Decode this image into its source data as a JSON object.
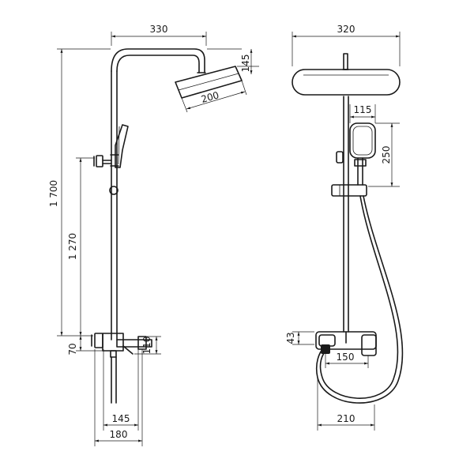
{
  "dimensions": {
    "side_width_arm": "330",
    "side_head_height": "145",
    "side_head_width": "200",
    "side_total_height": "1 700",
    "side_mixer_height": "1 270",
    "side_spout_offset": "70",
    "side_spout_drop": "110",
    "side_bottom_145": "145",
    "side_bottom_180": "180",
    "front_head_width": "320",
    "front_handshower_width": "115",
    "front_handshower_height": "250",
    "front_mixer_height": "43",
    "front_mixer_width": "150",
    "front_hose_width": "210"
  }
}
